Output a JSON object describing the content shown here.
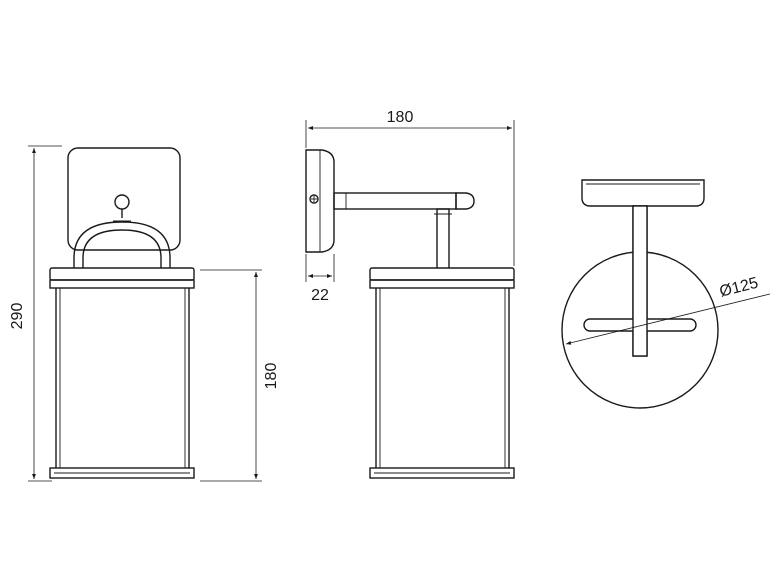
{
  "dimensions": {
    "total_height": "290",
    "shade_height": "180",
    "projection_width": "180",
    "backplate_depth": "22",
    "backplate_diameter": "Ø125"
  }
}
